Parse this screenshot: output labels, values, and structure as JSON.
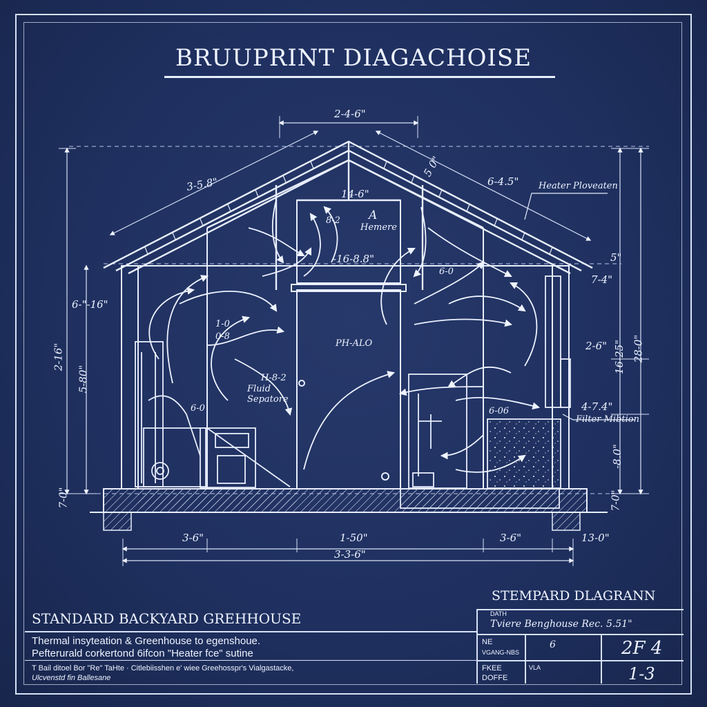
{
  "title": "BRUUPRINT DIAGACHOISE",
  "dimensions": {
    "top_width": "2-4-6\"",
    "roof_left": "3-5.8\"",
    "roof_right": "6-4.5\"",
    "roof_peak_diag": "5 0\"",
    "inner_top": "14-6\"",
    "inner_mid": "-16-8.8\"",
    "left_wall": "6-\"-16\"",
    "left_height_a": "2-16\"",
    "left_height_b": "5-80\"",
    "left_base": "7-0\"",
    "right_eave": "5\"",
    "right_a": "7-4\"",
    "right_b": "2-6\"",
    "right_c": "16-25\"",
    "right_d": "28-0\"",
    "right_e": "4-7.4\"",
    "right_f": "-8.0\"",
    "right_g": "7-0\"",
    "bottom_a": "3-6\"",
    "bottom_b": "1-50\"",
    "bottom_c": "3-6\"",
    "bottom_d": "13-0\"",
    "bottom_total": "3-3-6\""
  },
  "labels": {
    "heater_placement": "Heater Ploveaten",
    "heater_center_letter": "A",
    "heater_center": "Hemere",
    "heater_center_dim": "8-2",
    "center_room": "PH-ALO",
    "left_label_a": "1-0",
    "left_label_b": "0-8",
    "fluid_a": "H-8-2",
    "fluid_b": "Fluid Sepatore",
    "left_small": "6-0",
    "right_small_a": "6-0",
    "right_small_b": "6-06",
    "filter_label": "Filter Mibtion"
  },
  "title_block": {
    "header": "STEMPARD DLAGRANN",
    "main_title": "STANDARD BACKYARD GREHHOUSE",
    "desc_line1": "Thermal insyteation & Greenhouse to egenshoue.",
    "desc_line2": "Pefterurald corkertond  6ifcon  \"Heater  fce\"  sutine",
    "desc_line3": "T Bail ditoel Bor \"Re\" TaHte · Citlebiisshen e' wiee Greehosspr's Vialgastacke,",
    "desc_line4": "Ulcvenstd fin Ballesane",
    "date_label": "DATH",
    "date_value": "Tviere Benghouse  Rec. 5.51\"",
    "ne_label": "NE",
    "ne_value": "6",
    "vg_label": "VGANG-NBS",
    "scale_value": "2F 4",
    "fkee_label": "FKEE",
    "doffe_label": "DOFFE",
    "code_label": "VLA",
    "sheet_no": "1-3"
  },
  "colors": {
    "background": "#1f3060",
    "line": "#e8eefc"
  }
}
